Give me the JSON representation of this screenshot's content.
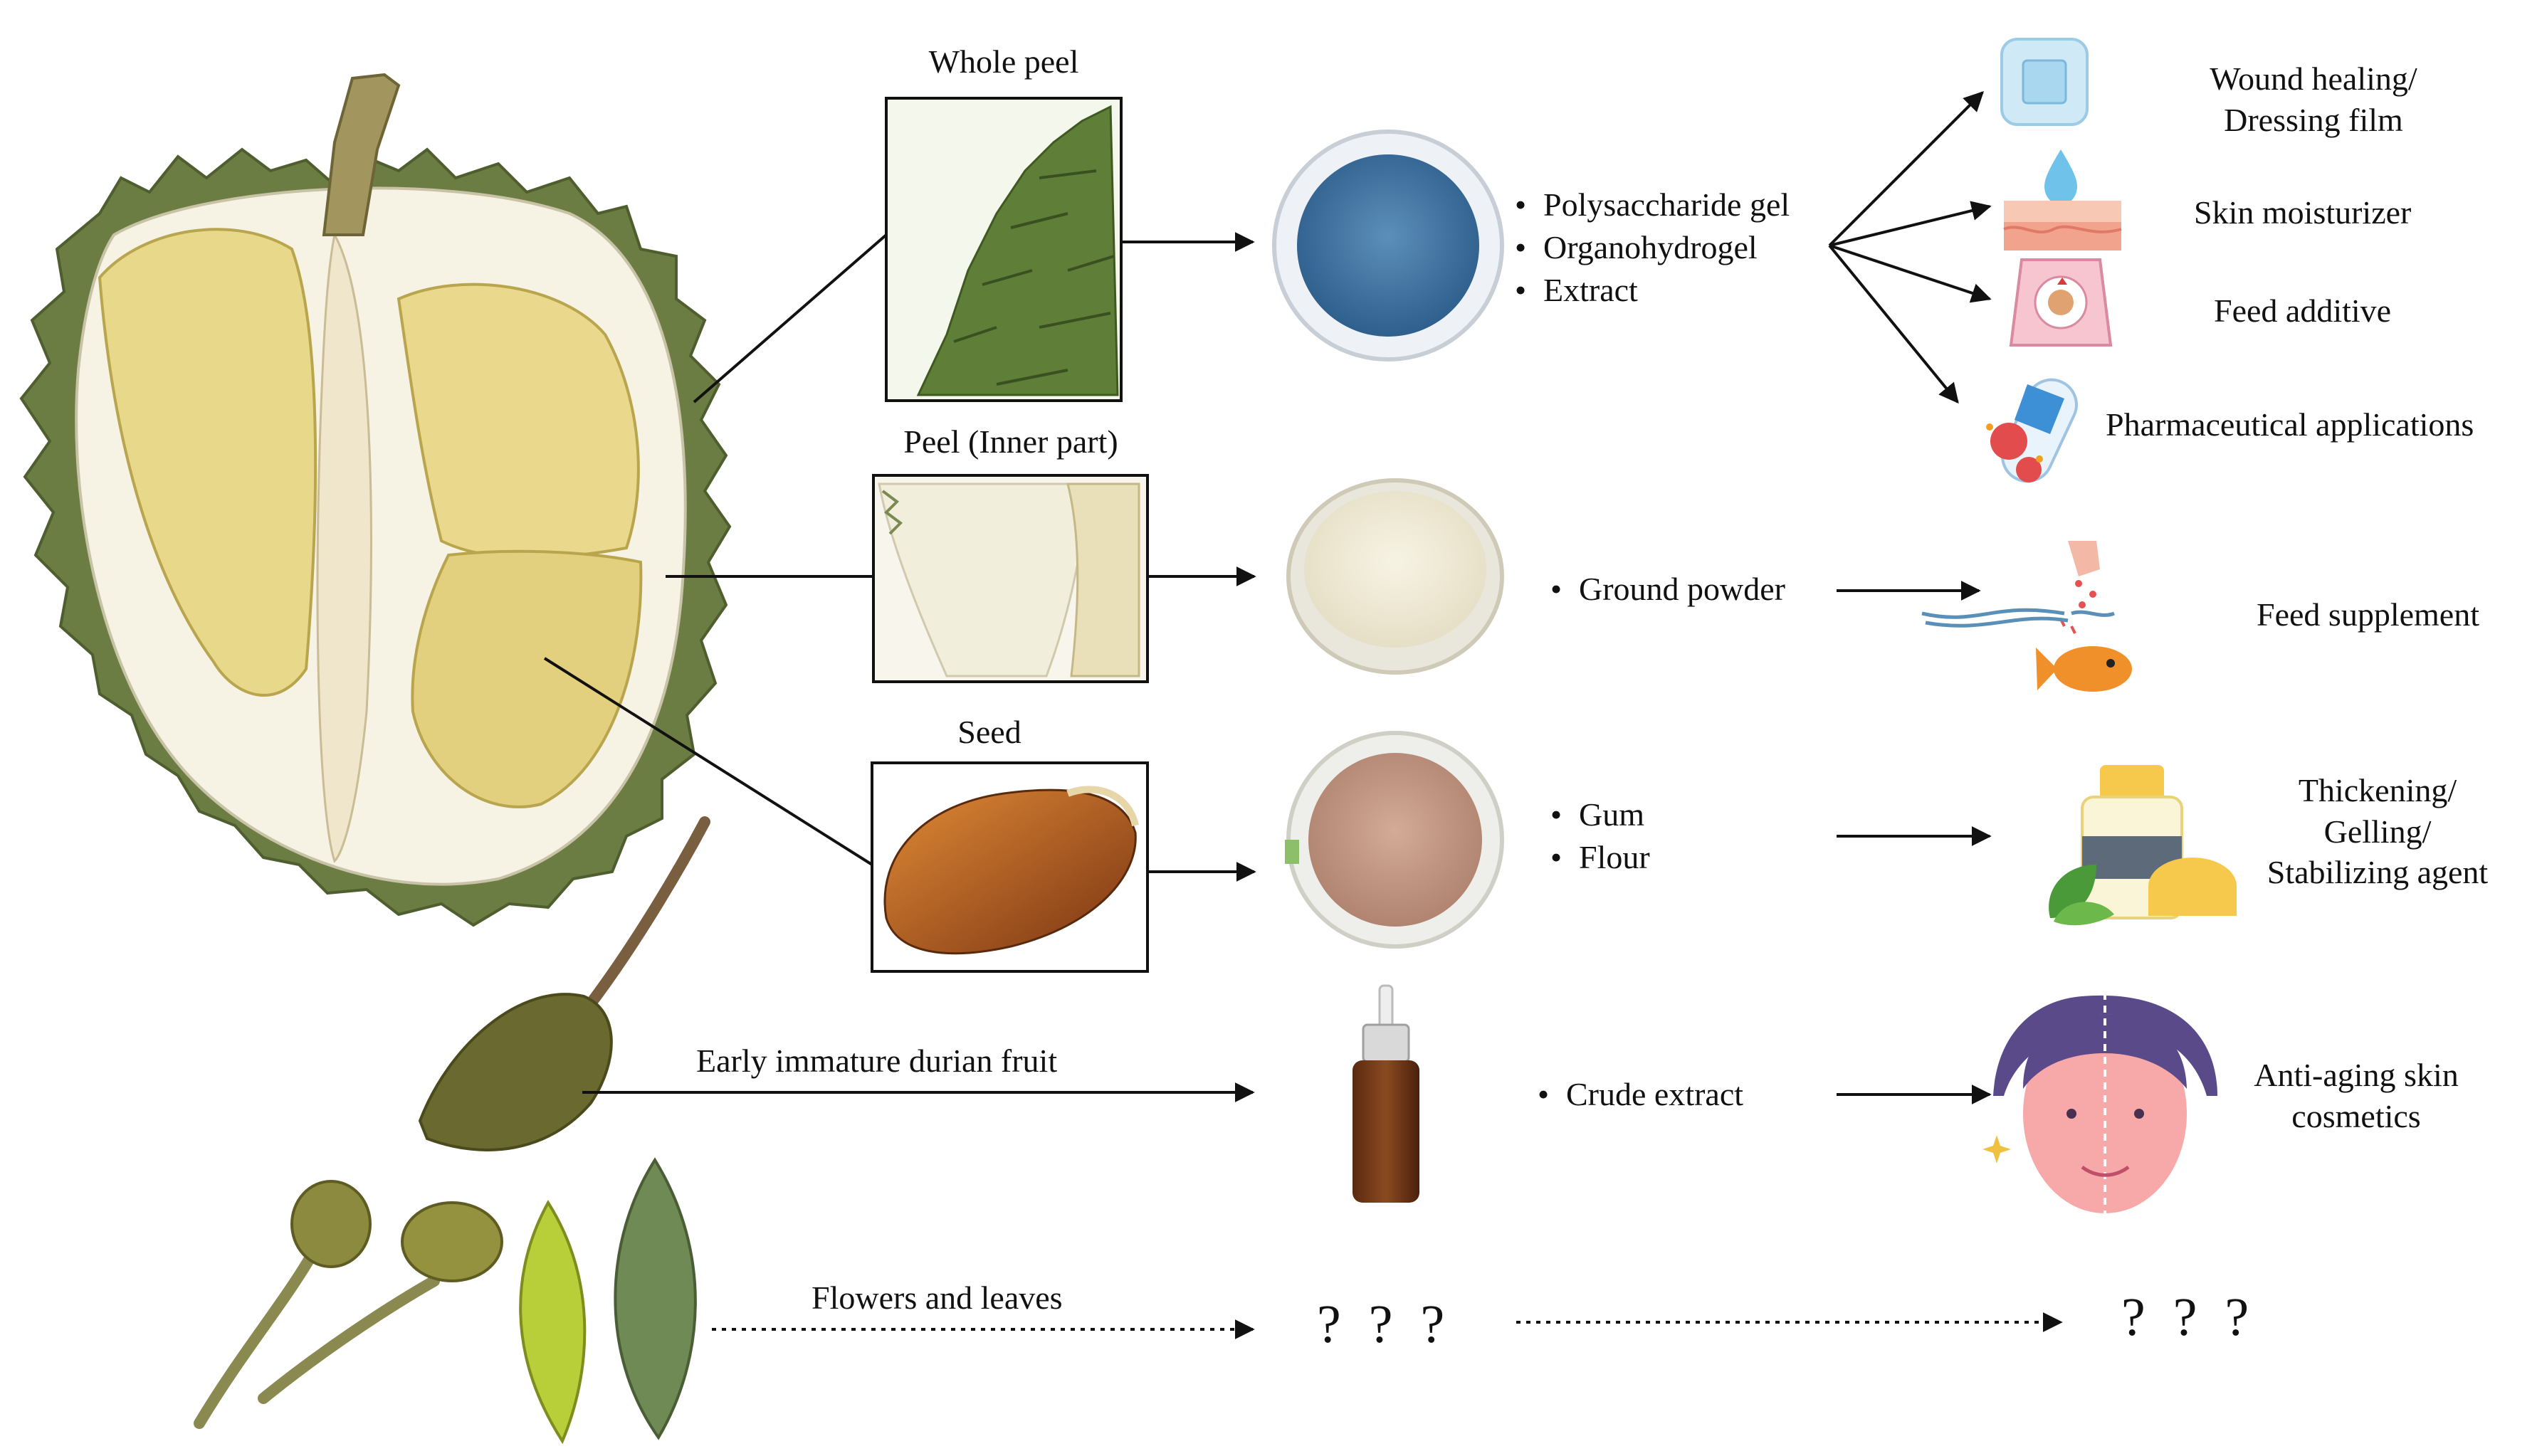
{
  "sources": {
    "whole_peel": "Whole peel",
    "inner_peel": "Peel (Inner part)",
    "seed": "Seed",
    "immature_fruit": "Early immature durian fruit",
    "flowers_leaves": "Flowers and leaves"
  },
  "products": {
    "whole_peel": [
      "Polysaccharide gel",
      "Organohydrogel",
      "Extract"
    ],
    "inner_peel": [
      "Ground powder"
    ],
    "seed": [
      "Gum",
      "Flour"
    ],
    "immature_fruit": [
      "Crude extract"
    ],
    "flowers_leaves_product": "? ? ?"
  },
  "applications": {
    "wound": [
      "Wound healing/",
      "Dressing film"
    ],
    "moisturizer": "Skin moisturizer",
    "feed_additive": "Feed additive",
    "pharma": "Pharmaceutical applications",
    "feed_supplement": "Feed supplement",
    "thickening": [
      "Thickening/",
      "Gelling/",
      "Stabilizing agent"
    ],
    "antiaging": [
      "Anti-aging skin",
      "cosmetics"
    ],
    "flowers_leaves_application": "? ? ?"
  },
  "colors": {
    "blue_gel": "#4f7ea8",
    "powder": "#f0ead6",
    "flour": "#c99d87",
    "husk_green": "#5f7a3a",
    "flesh_yellow": "#e8d88a"
  }
}
